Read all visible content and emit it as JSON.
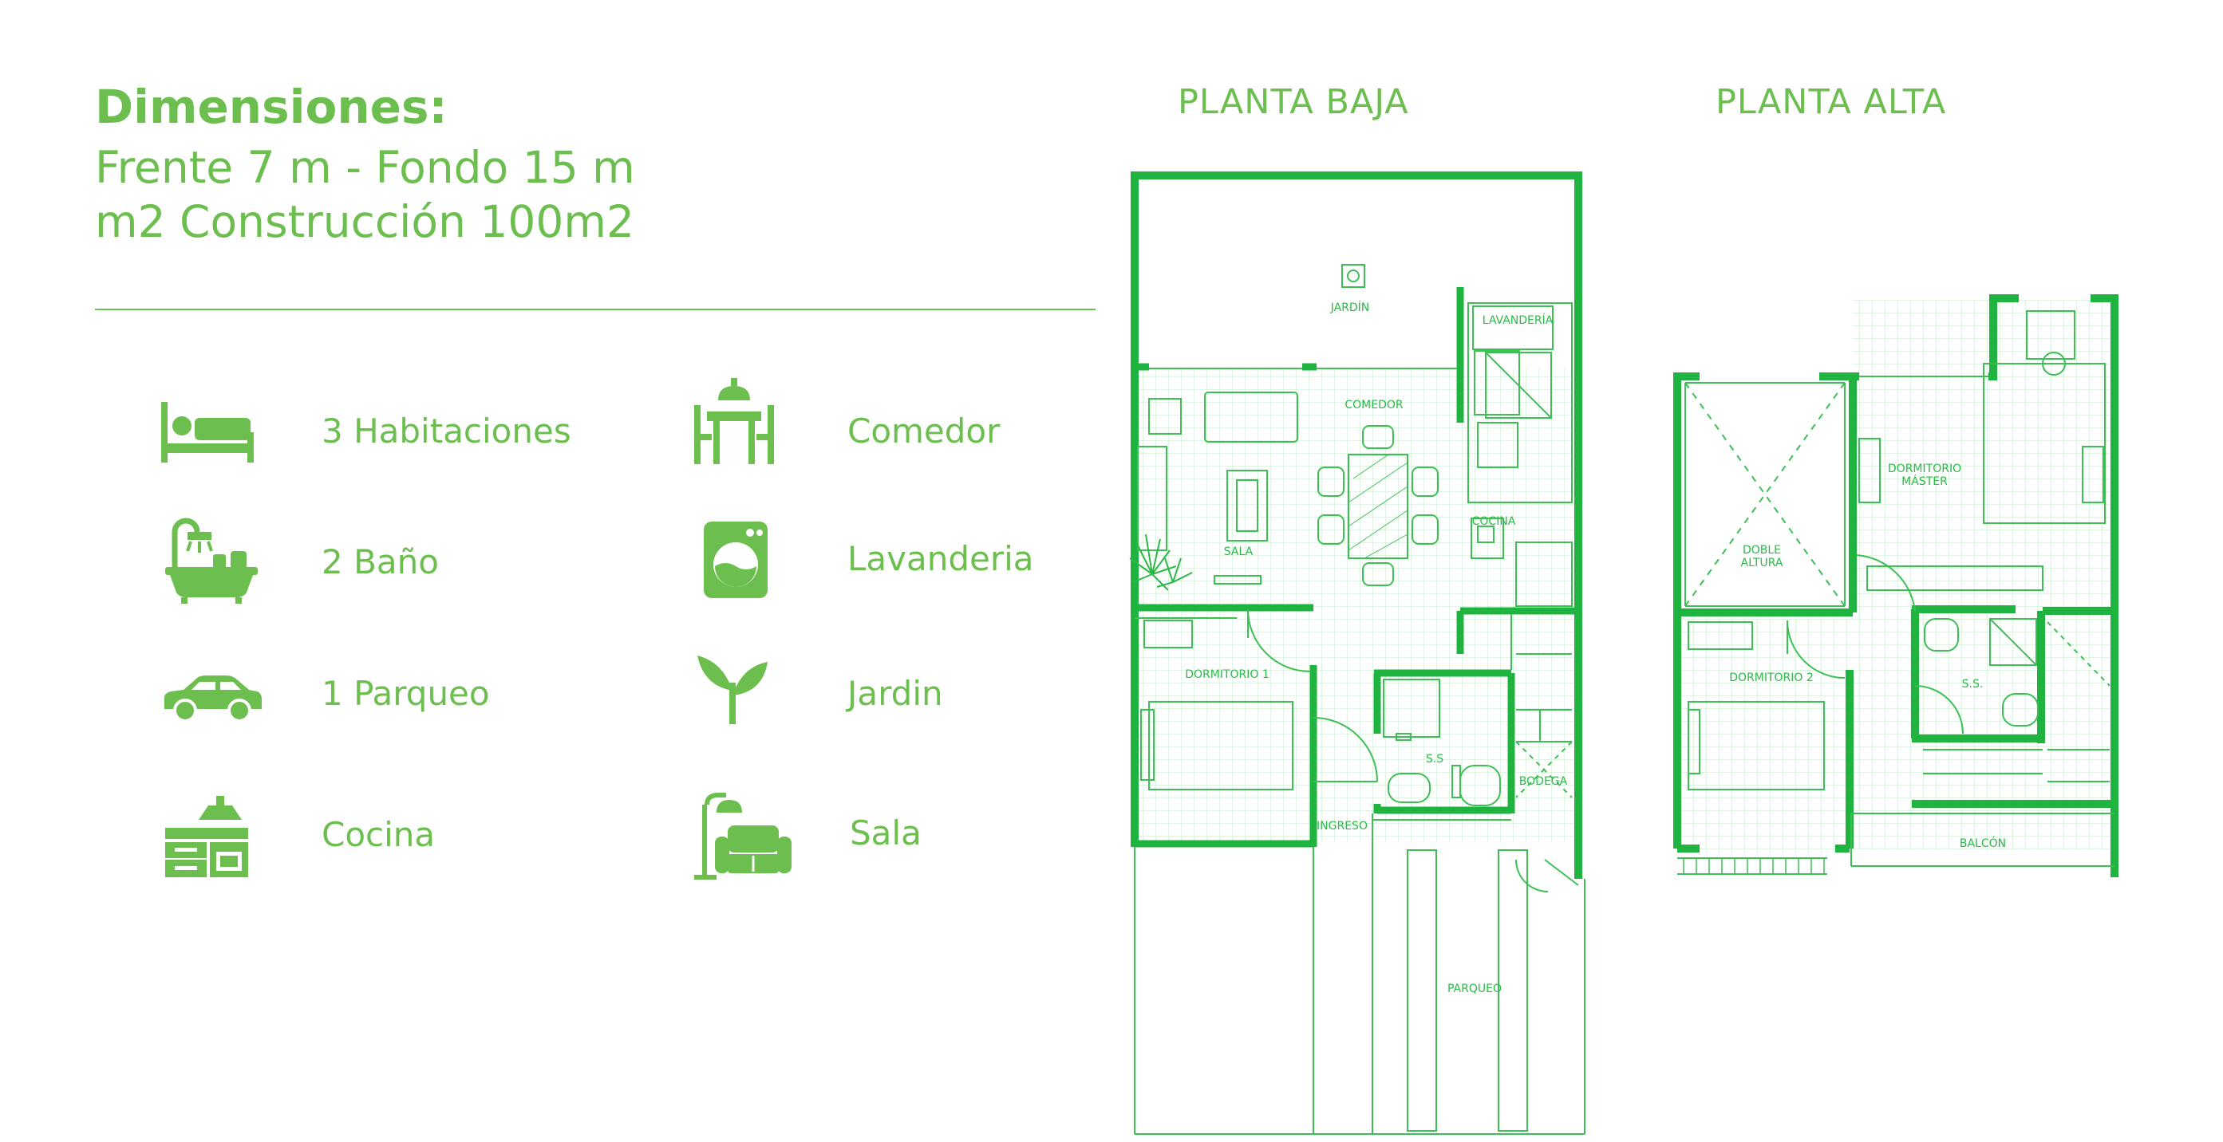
{
  "header": {
    "title": "Dimensiones:",
    "line1": "Frente 7 m - Fondo 15 m",
    "line2": "m2 Construcción 100m2"
  },
  "features": [
    {
      "icon": "bed-icon",
      "label": "3 Habitaciones"
    },
    {
      "icon": "bathtub-icon",
      "label": "2 Baño"
    },
    {
      "icon": "car-icon",
      "label": "1 Parqueo"
    },
    {
      "icon": "kitchen-icon",
      "label": "Cocina"
    },
    {
      "icon": "dining-table-icon",
      "label": "Comedor"
    },
    {
      "icon": "washing-machine-icon",
      "label": "Lavanderia"
    },
    {
      "icon": "plant-sprout-icon",
      "label": "Jardin"
    },
    {
      "icon": "sofa-lamp-icon",
      "label": "Sala"
    }
  ],
  "plans": {
    "ground": {
      "title": "PLANTA BAJA",
      "rooms": {
        "jardin": "JARDÍN",
        "lavanderia": "LAVANDERÍA",
        "comedor": "COMEDOR",
        "sala": "SALA",
        "cocina": "COCINA",
        "dormitorio1": "DORMITORIO 1",
        "ss": "S.S",
        "bodega": "BODEGA",
        "ingreso": "INGRESO",
        "parqueo": "PARQUEO"
      }
    },
    "upper": {
      "title": "PLANTA ALTA",
      "rooms": {
        "master1": "DORMITORIO",
        "master2": "MÁSTER",
        "doble1": "DOBLE",
        "doble2": "ALTURA",
        "ss": "S.S.",
        "dormitorio2": "DORMITORIO 2",
        "balcon": "BALCÓN"
      }
    }
  },
  "colors": {
    "text": "#6cbf4e",
    "wall": "#1fb33f",
    "line": "#3cbf55"
  }
}
